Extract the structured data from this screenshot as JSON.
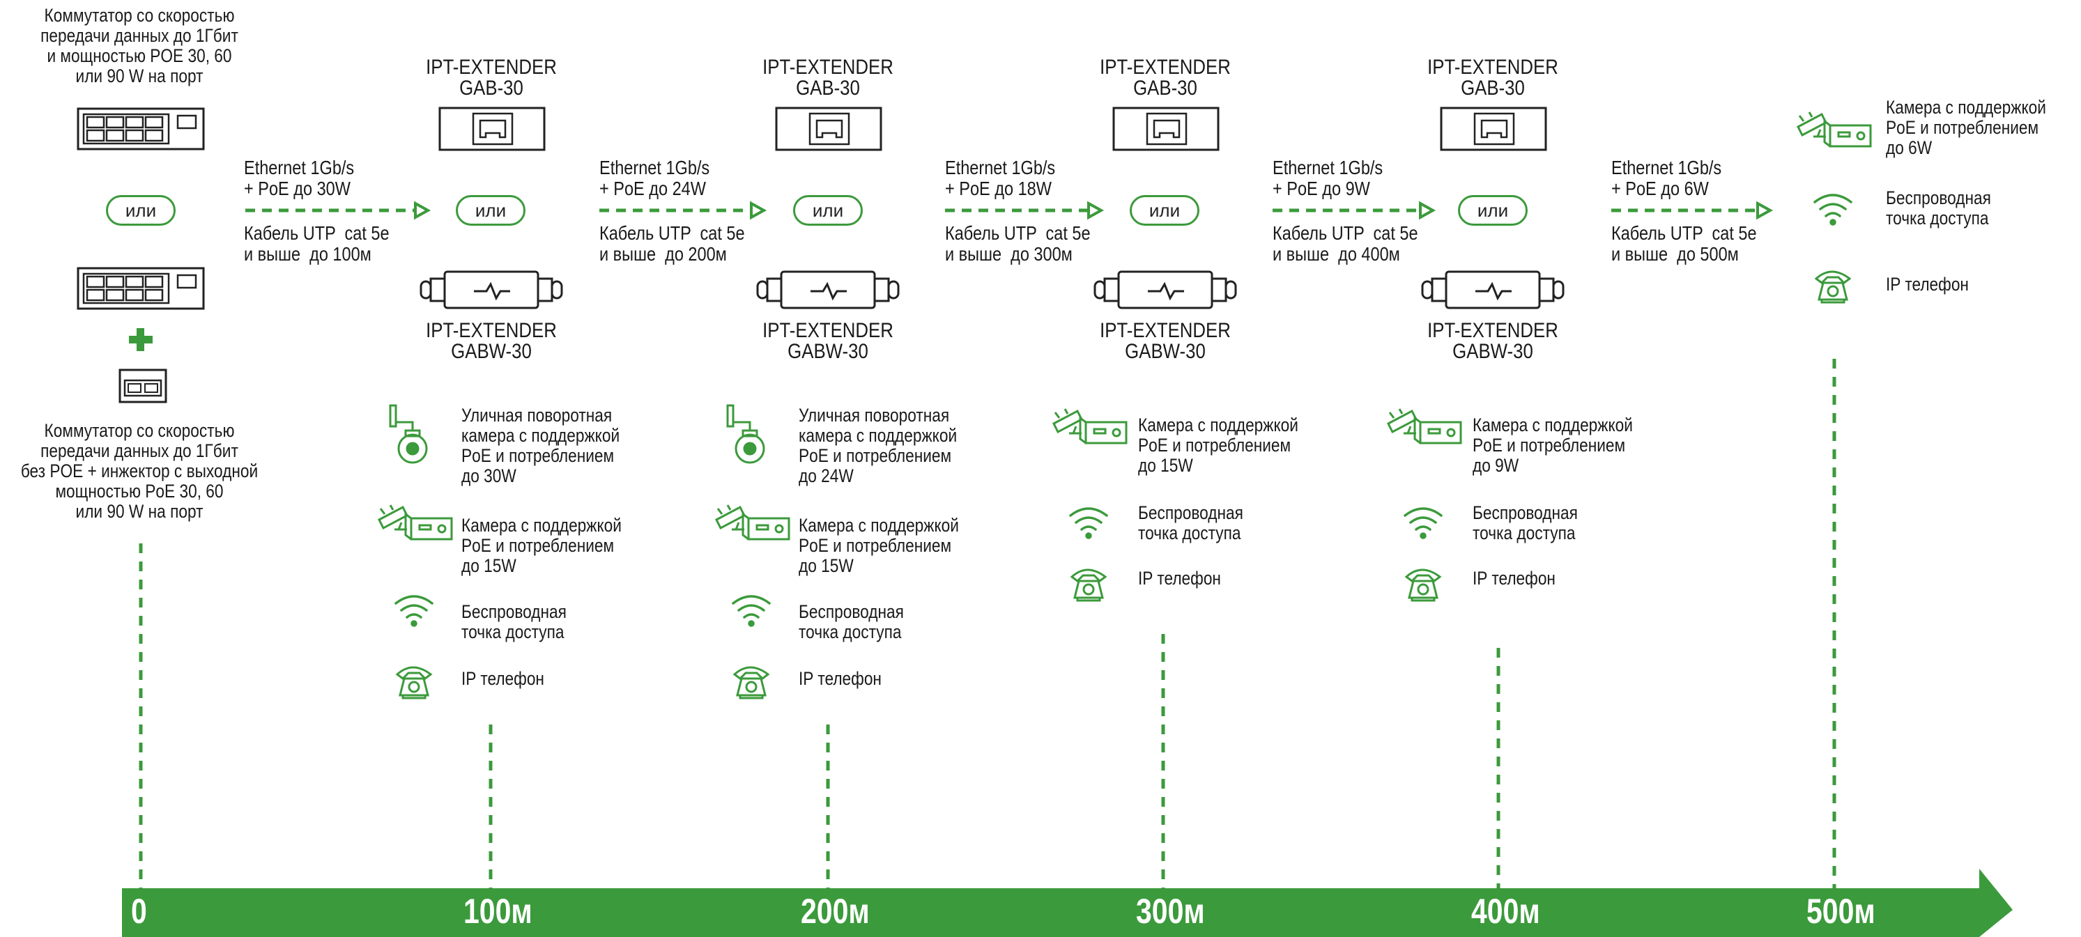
{
  "colors": {
    "accent": "#3b9a3b",
    "text": "#1a1a1a",
    "axis_text": "#ffffff"
  },
  "left": {
    "switch_poe_text": "Коммутатор со скоростью\nпередачи данных до 1Гбит\nи мощностью POE 30, 60\nили 90 W на порт",
    "or_label": "или",
    "switch_nopoe_text": "Коммутатор со скоростью\nпередачи данных до 1Гбит\nбез POE + инжектор с выходной\nмощностью PoE 30, 60\nили 90 W на порт"
  },
  "extender_top": "IPT-EXTENDER\nGAB-30",
  "extender_bottom": "IPT-EXTENDER\nGABW-30",
  "or_label": "или",
  "links": [
    {
      "line1": "Ethernet 1Gb/s\n+ PoE до 30W",
      "line2": "Кабель UTP  cat 5e\nи выше  до 100м"
    },
    {
      "line1": "Ethernet 1Gb/s\n+ PoE до 24W",
      "line2": "Кабель UTP  cat 5e\nи выше  до 200м"
    },
    {
      "line1": "Ethernet 1Gb/s\n+ PoE до 18W",
      "line2": "Кабель UTP  cat 5e\nи выше  до 300м"
    },
    {
      "line1": "Ethernet 1Gb/s\n+ PoE до 9W",
      "line2": "Кабель UTP  cat 5e\nи выше  до 400м"
    },
    {
      "line1": "Ethernet 1Gb/s\n+ PoE до 6W",
      "line2": "Кабель UTP  cat 5e\nи выше  до 500м"
    }
  ],
  "devices": {
    "ptz_30": "Уличная поворотная\nкамера с поддержкой\nPoE и потреблением\nдо 30W",
    "ptz_24": "Уличная поворотная\nкамера с поддержкой\nPoE и потреблением\nдо 24W",
    "cam_15": "Камера с поддержкой\nPoE и потреблением\nдо 15W",
    "cam_9": "Камера с поддержкой\nPoE и потреблением\nдо 9W",
    "cam_6": "Камера с поддержкой\nPoE и потреблением\nдо 6W",
    "wifi": "Беспроводная\nточка доступа",
    "phone": "IP телефон"
  },
  "axis": {
    "labels": [
      "0",
      "100м",
      "200м",
      "300м",
      "400м",
      "500м"
    ]
  }
}
